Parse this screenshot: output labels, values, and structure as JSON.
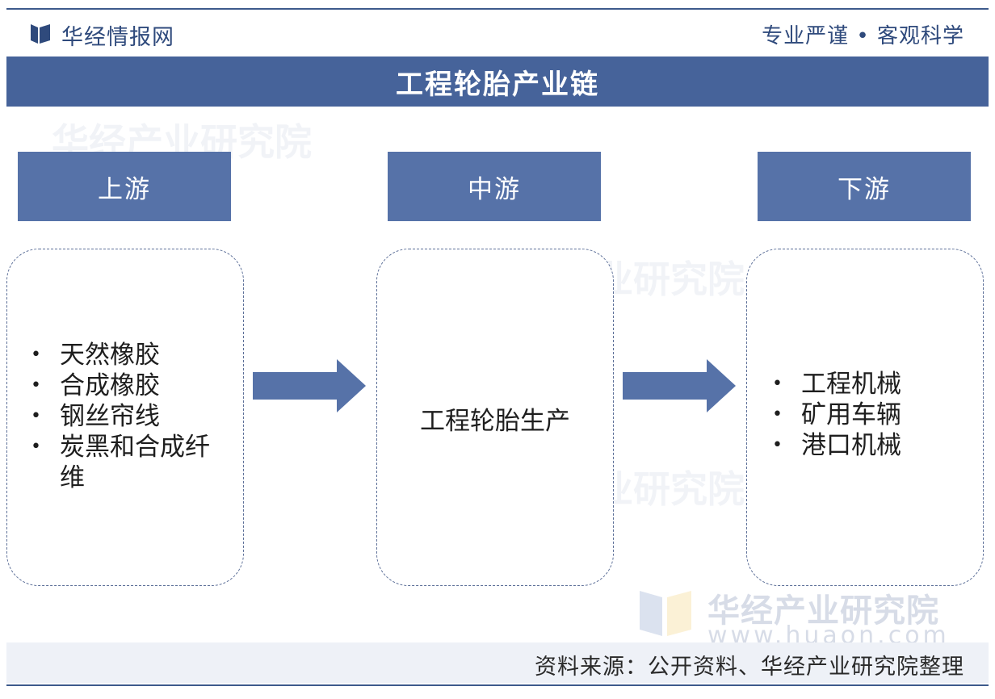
{
  "brand": {
    "name": "华经情报网",
    "slogan": "专业严谨 • 客观科学"
  },
  "title": "工程轮胎产业链",
  "stages": {
    "upstream": {
      "label": "上游",
      "items": [
        "天然橡胶",
        "合成橡胶",
        "钢丝帘线",
        "炭黑和合成纤维"
      ]
    },
    "midstream": {
      "label": "中游",
      "text": "工程轮胎生产"
    },
    "downstream": {
      "label": "下游",
      "items": [
        "工程机械",
        "矿用车辆",
        "港口机械"
      ]
    }
  },
  "watermark": {
    "name": "华经产业研究院",
    "url": "www.huaon.com"
  },
  "source": "资料来源：公开资料、华经产业研究院整理",
  "colors": {
    "band": "#46639a",
    "stage": "#5672a8",
    "arrow": "#5672a8",
    "border": "#5c6f98"
  }
}
